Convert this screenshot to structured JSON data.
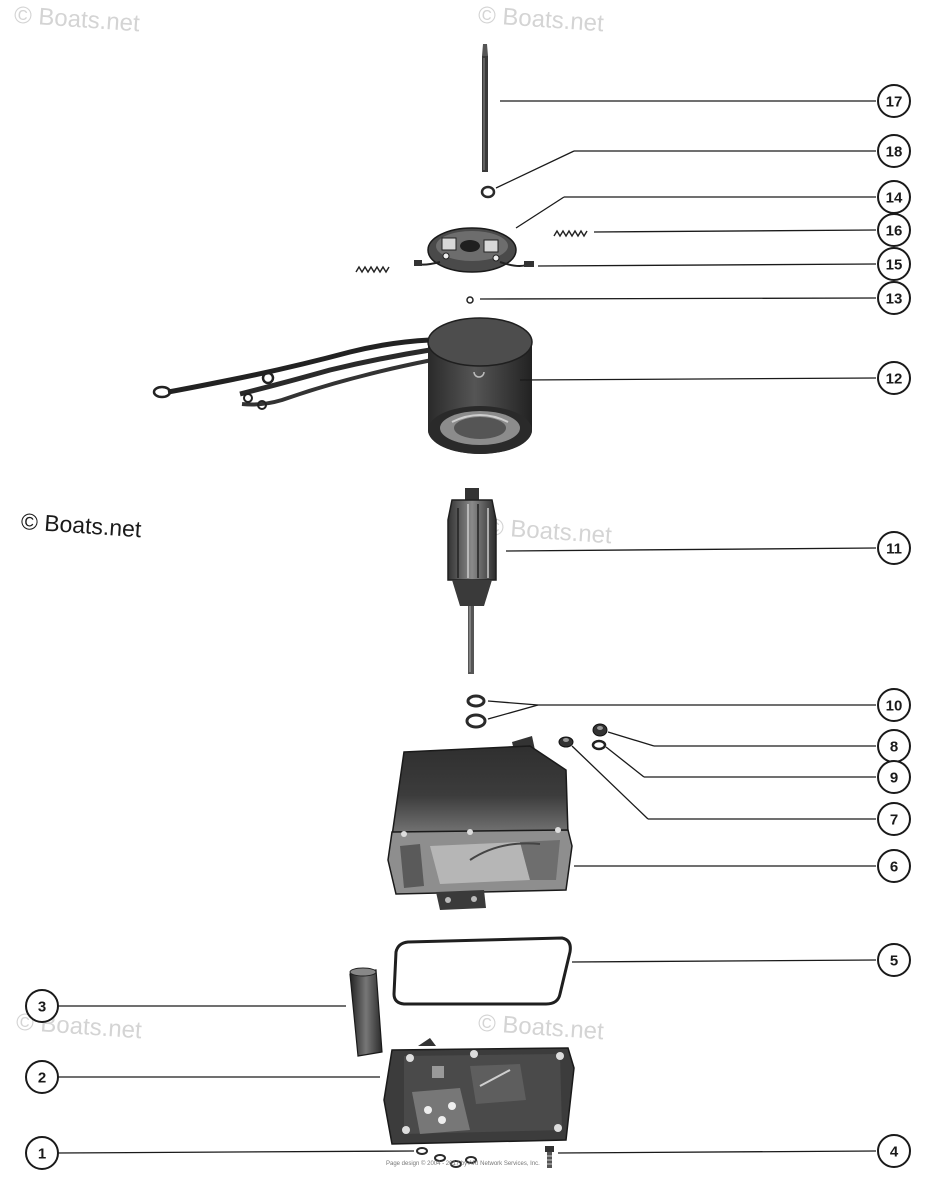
{
  "watermark": {
    "text": "© Boats.net",
    "prominent_text": "© Boats.net"
  },
  "copyright_notice": "Page design © 2004 - 2017 by ARI Network Services, Inc.",
  "callouts": [
    {
      "number": "17"
    },
    {
      "number": "18"
    },
    {
      "number": "14"
    },
    {
      "number": "16"
    },
    {
      "number": "15"
    },
    {
      "number": "13"
    },
    {
      "number": "12"
    },
    {
      "number": "11"
    },
    {
      "number": "10"
    },
    {
      "number": "8"
    },
    {
      "number": "9"
    },
    {
      "number": "7"
    },
    {
      "number": "6"
    },
    {
      "number": "5"
    },
    {
      "number": "3"
    },
    {
      "number": "2"
    },
    {
      "number": "1"
    },
    {
      "number": "4"
    }
  ],
  "colors": {
    "ink": "#1a1a1a",
    "part_dark": "#3a3a3a",
    "part_mid": "#6a6a6a",
    "part_light": "#a8a8a8",
    "watermark": "#d4d4d4"
  }
}
